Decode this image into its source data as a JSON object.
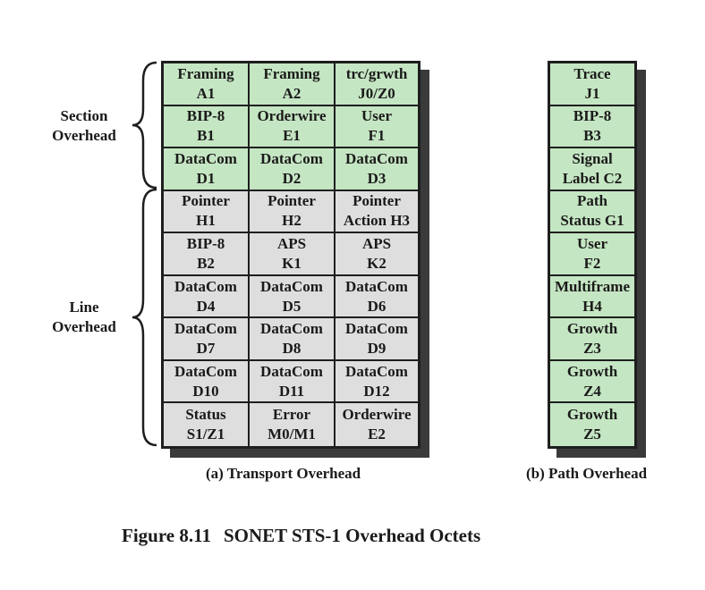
{
  "transport_overhead": {
    "rows": [
      {
        "group": "section",
        "cells": [
          [
            "Framing",
            "A1"
          ],
          [
            "Framing",
            "A2"
          ],
          [
            "trc/grwth",
            "J0/Z0"
          ]
        ]
      },
      {
        "group": "section",
        "cells": [
          [
            "BIP-8",
            "B1"
          ],
          [
            "Orderwire",
            "E1"
          ],
          [
            "User",
            "F1"
          ]
        ]
      },
      {
        "group": "section",
        "cells": [
          [
            "DataCom",
            "D1"
          ],
          [
            "DataCom",
            "D2"
          ],
          [
            "DataCom",
            "D3"
          ]
        ]
      },
      {
        "group": "line",
        "cells": [
          [
            "Pointer",
            "H1"
          ],
          [
            "Pointer",
            "H2"
          ],
          [
            "Pointer",
            "Action H3"
          ]
        ]
      },
      {
        "group": "line",
        "cells": [
          [
            "BIP-8",
            "B2"
          ],
          [
            "APS",
            "K1"
          ],
          [
            "APS",
            "K2"
          ]
        ]
      },
      {
        "group": "line",
        "cells": [
          [
            "DataCom",
            "D4"
          ],
          [
            "DataCom",
            "D5"
          ],
          [
            "DataCom",
            "D6"
          ]
        ]
      },
      {
        "group": "line",
        "cells": [
          [
            "DataCom",
            "D7"
          ],
          [
            "DataCom",
            "D8"
          ],
          [
            "DataCom",
            "D9"
          ]
        ]
      },
      {
        "group": "line",
        "cells": [
          [
            "DataCom",
            "D10"
          ],
          [
            "DataCom",
            "D11"
          ],
          [
            "DataCom",
            "D12"
          ]
        ]
      },
      {
        "group": "line",
        "cells": [
          [
            "Status",
            "S1/Z1"
          ],
          [
            "Error",
            "M0/M1"
          ],
          [
            "Orderwire",
            "E2"
          ]
        ]
      }
    ],
    "caption": "(a) Transport Overhead"
  },
  "path_overhead": {
    "rows": [
      [
        "Trace",
        "J1"
      ],
      [
        "BIP-8",
        "B3"
      ],
      [
        "Signal",
        "Label C2"
      ],
      [
        "Path",
        "Status G1"
      ],
      [
        "User",
        "F2"
      ],
      [
        "Multiframe",
        "H4"
      ],
      [
        "Growth",
        "Z3"
      ],
      [
        "Growth",
        "Z4"
      ],
      [
        "Growth",
        "Z5"
      ]
    ],
    "caption": "(b) Path Overhead"
  },
  "section_label": [
    "Section",
    "Overhead"
  ],
  "line_label": [
    "Line",
    "Overhead"
  ],
  "figure": {
    "number": "Figure 8.11",
    "title": "SONET STS-1 Overhead Octets"
  },
  "colors": {
    "section_fill": "#c5e6c3",
    "line_fill": "#dedede",
    "path_fill": "#c5e6c3",
    "shadow": "#3a3a3a"
  }
}
